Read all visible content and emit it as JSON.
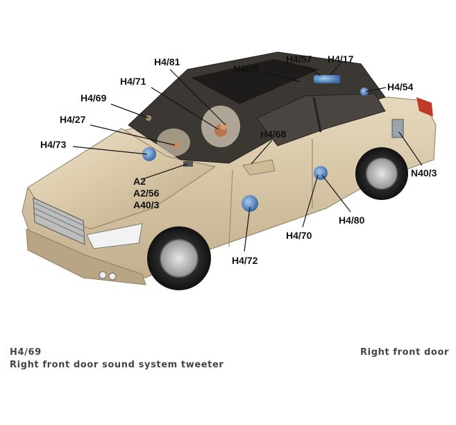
{
  "labels": {
    "h4_81": "H4/81",
    "h4_71": "H4/71",
    "h4_69": "H4/69",
    "h4_27": "H4/27",
    "h4_73": "H4/73",
    "n40_9": "N40/9",
    "h4_57": "H4/57",
    "h4_17": "H4/17",
    "h4_54": "H4/54",
    "h4_68": "H4/68",
    "n40_3": "N40/3",
    "a2": "A2",
    "a2_56": "A2/56",
    "a40_3": "A40/3",
    "h4_80": "H4/80",
    "h4_70": "H4/70",
    "h4_72": "H4/72"
  },
  "caption": {
    "code": "H4/69",
    "description": "Right front door sound system tweeter",
    "location": "Right front door"
  },
  "colors": {
    "body": "#d8c7a6",
    "glass": "#2e2b28",
    "speaker": "#5f8fc8",
    "leader": "#111111"
  }
}
